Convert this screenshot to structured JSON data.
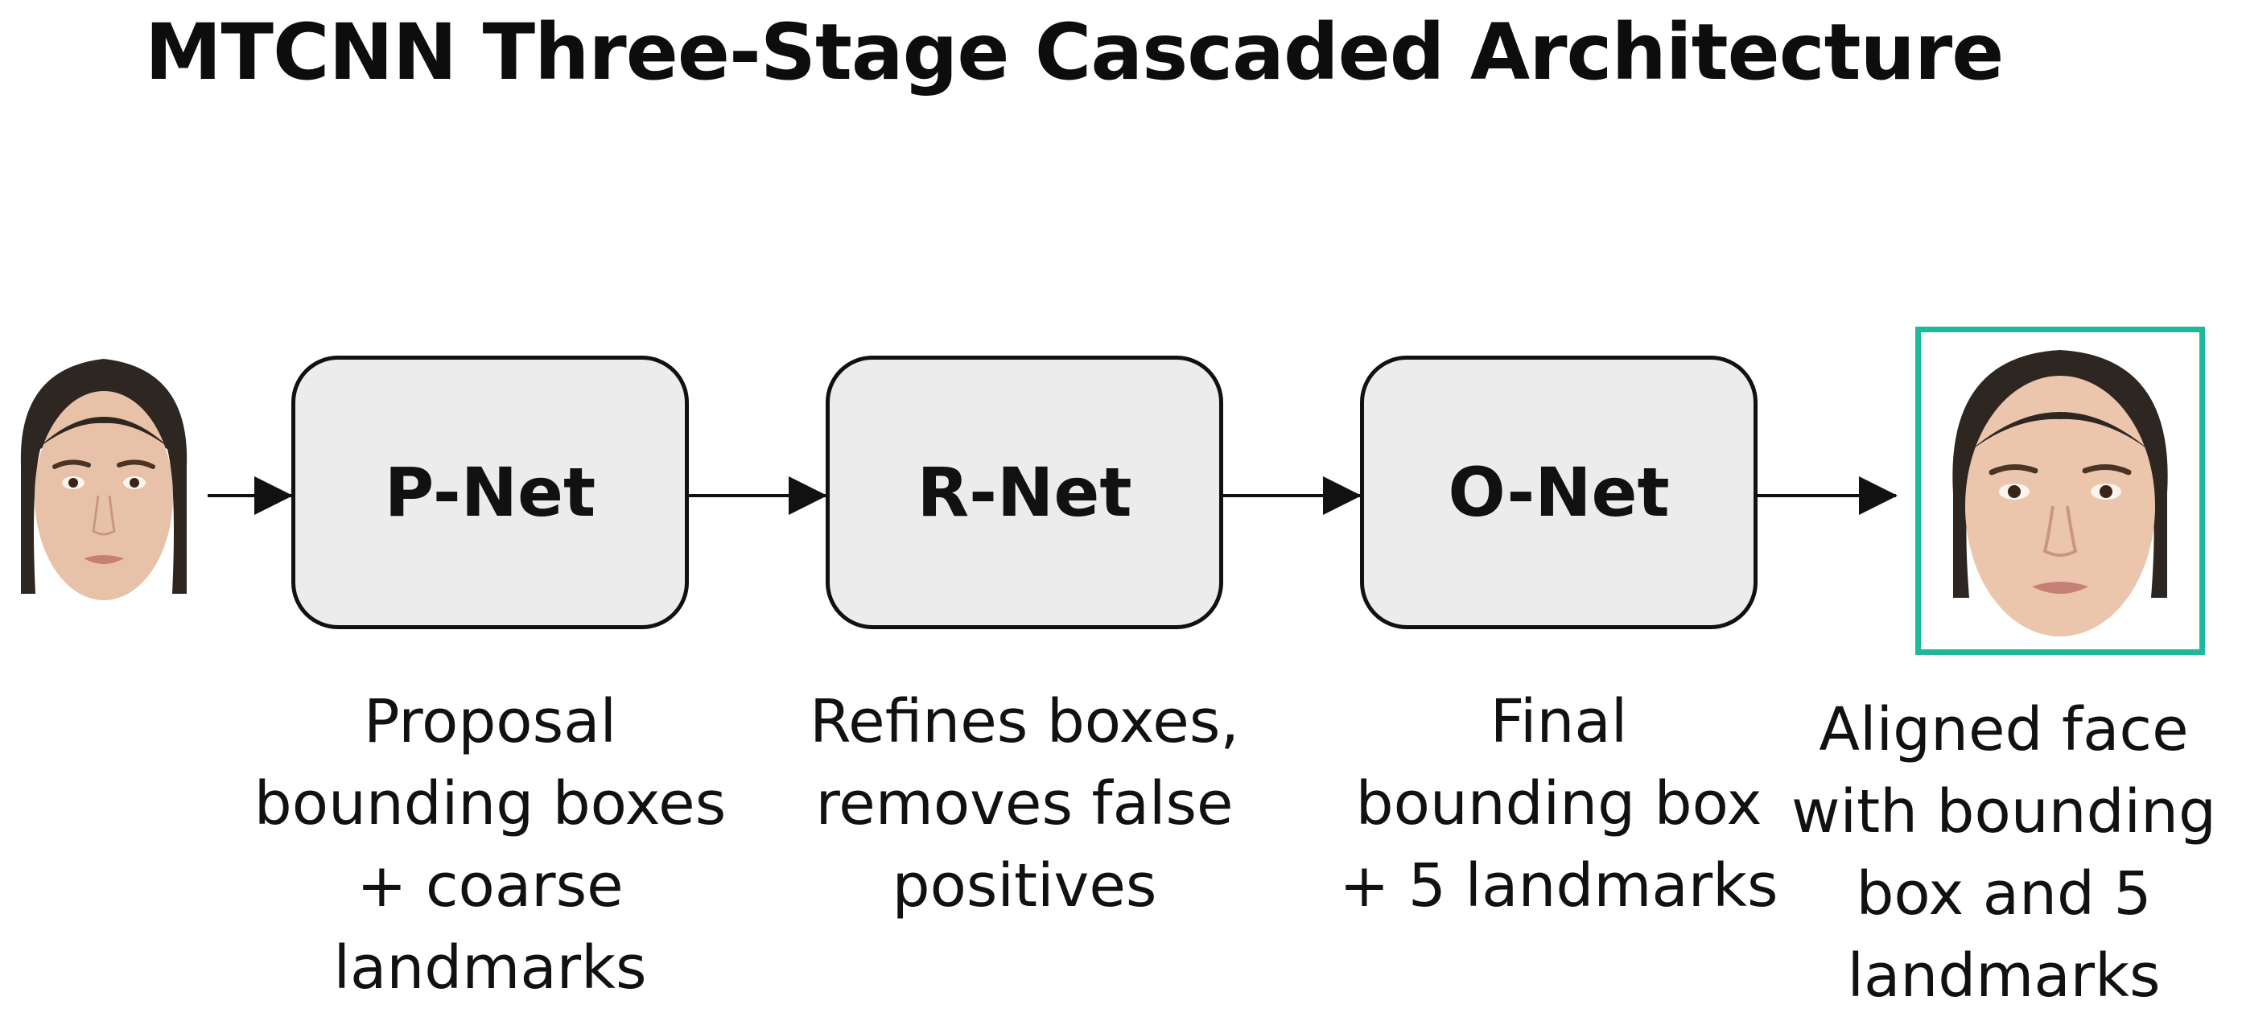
{
  "title": "MTCNN Three-Stage Cascaded Architecture",
  "stages": [
    {
      "label": "P-Net",
      "caption": [
        "Proposal",
        "bounding boxes",
        "+ coarse",
        "landmarks"
      ]
    },
    {
      "label": "R-Net",
      "caption": [
        "Refines boxes,",
        "removes false",
        "positives"
      ]
    },
    {
      "label": "O-Net",
      "caption": [
        "Final",
        "bounding box",
        "+ 5 landmarks"
      ]
    }
  ],
  "output": {
    "caption": [
      "Aligned face",
      "with bounding",
      "box and 5",
      "landmarks"
    ]
  },
  "colors": {
    "box_fill": "#ececec",
    "box_stroke": "#111111",
    "output_frame": "#1fb99a"
  },
  "icons": {
    "input": "face-photo-icon",
    "output": "aligned-face-photo-icon"
  }
}
